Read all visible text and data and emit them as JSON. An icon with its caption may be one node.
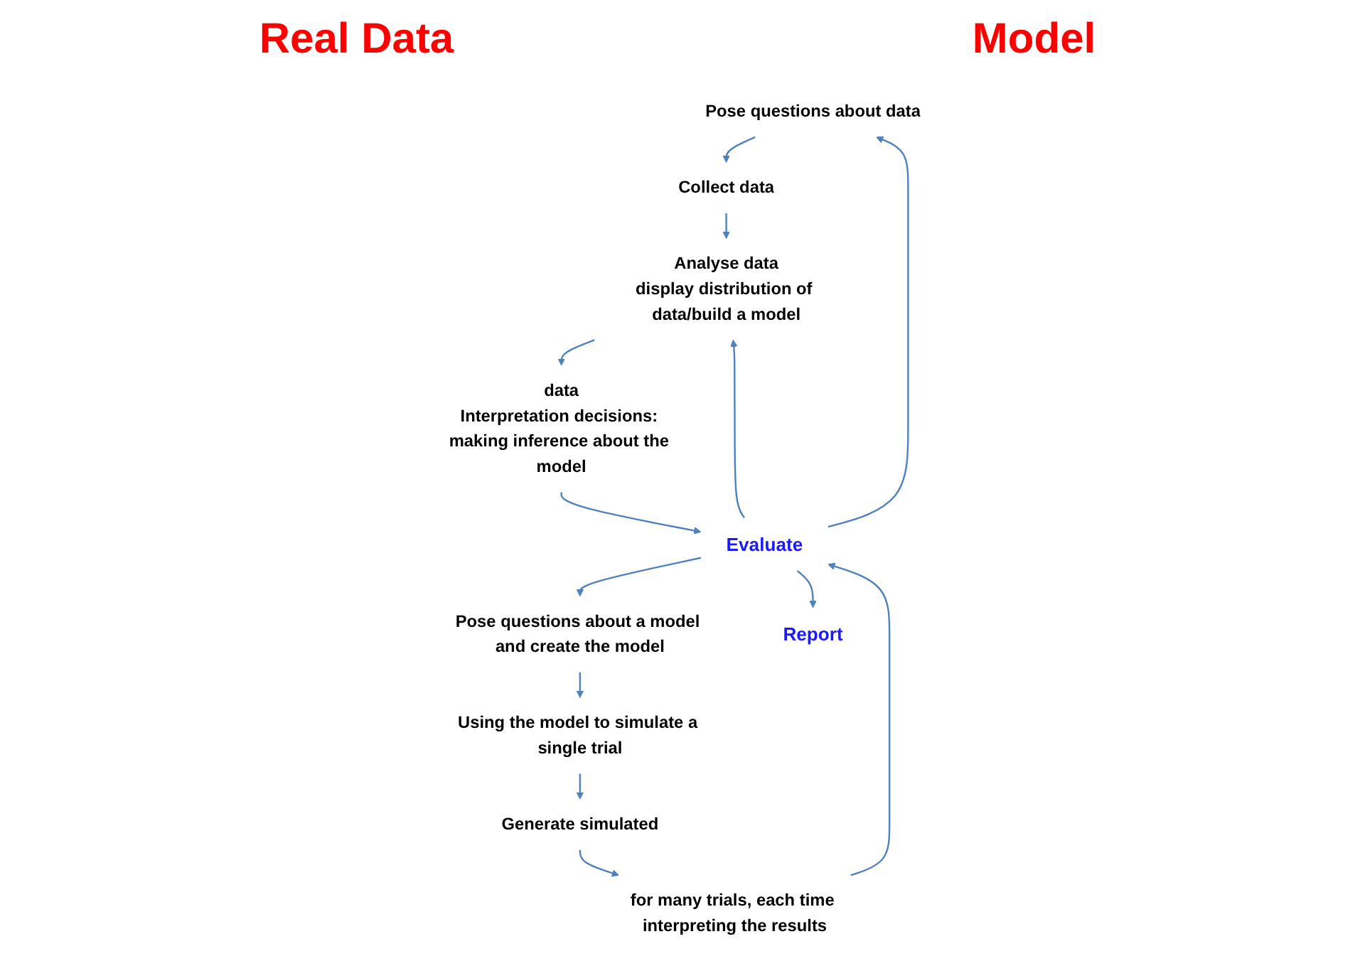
{
  "diagram": {
    "nodes": [
      {
        "text": [
          "Pose questions about data"
        ]
      },
      {
        "text": [
          "Collect data"
        ]
      },
      {
        "text": [
          "Analyse data",
          "display distribution of data/build a model"
        ]
      },
      {
        "text": [
          "data",
          "Interpretation decisions: making inference about the model"
        ]
      },
      {
        "text": [
          "Pose questions about a model and create the model"
        ]
      },
      {
        "text": [
          "Using the model to simulate a single trial"
        ]
      },
      {
        "text": [
          "Generate simulated"
        ]
      },
      {
        "text": [
          "for many trials, each time interpreting the results"
        ]
      },
      {
        "text": [
          "Evaluate"
        ]
      },
      {
        "text": [
          "Report"
        ]
      }
    ],
    "edges": [
      {
        "from": 0,
        "to": 1,
        "arrow": "to"
      },
      {
        "from": 1,
        "to": 2,
        "arrow": "to"
      },
      {
        "from": 2,
        "to": 3,
        "arrow": "to"
      },
      {
        "from": 3,
        "to": 8,
        "arrow": "to"
      },
      {
        "from": 4,
        "to": 5,
        "arrow": "to"
      },
      {
        "from": 5,
        "to": 6,
        "arrow": "to"
      },
      {
        "from": 6,
        "to": 7,
        "arrow": "to"
      },
      {
        "from": 7,
        "to": 8,
        "arrow": "to"
      },
      {
        "from": 8,
        "to": 2,
        "arrow": "to"
      },
      {
        "from": 8,
        "to": 9,
        "arrow": "to"
      },
      {
        "from": 8,
        "to": 0,
        "arrow": "to"
      },
      {
        "from": 8,
        "to": 4,
        "arrow": "to"
      }
    ],
    "labels": [
      "Real Data",
      "Model"
    ]
  }
}
